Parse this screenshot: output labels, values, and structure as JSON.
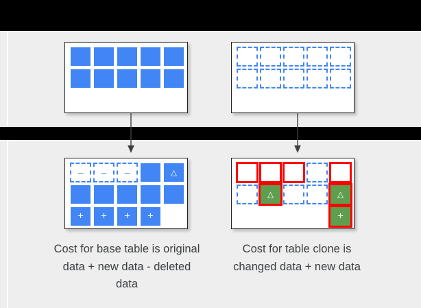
{
  "theme": {
    "background": "#eeeeee",
    "bar_color": "#000000",
    "card_background": "#ffffff",
    "blue": "#4285f4",
    "green": "#5f9e4f",
    "red_highlight": "#ff0000",
    "text_color": "#3c4043"
  },
  "diagram": {
    "type": "data-clone-cost-diagram",
    "tables": {
      "base_top": {
        "name": "base-table-original",
        "columns": 5,
        "rows": 2,
        "cells": [
          {
            "style": "solid",
            "glyph": ""
          },
          {
            "style": "solid",
            "glyph": ""
          },
          {
            "style": "solid",
            "glyph": ""
          },
          {
            "style": "solid",
            "glyph": ""
          },
          {
            "style": "solid",
            "glyph": ""
          },
          {
            "style": "solid",
            "glyph": ""
          },
          {
            "style": "solid",
            "glyph": ""
          },
          {
            "style": "solid",
            "glyph": ""
          },
          {
            "style": "solid",
            "glyph": ""
          },
          {
            "style": "solid",
            "glyph": ""
          }
        ]
      },
      "clone_top": {
        "name": "table-clone-original",
        "columns": 5,
        "rows": 2,
        "cells": [
          {
            "style": "dashed",
            "glyph": ""
          },
          {
            "style": "dashed",
            "glyph": ""
          },
          {
            "style": "dashed",
            "glyph": ""
          },
          {
            "style": "dashed",
            "glyph": ""
          },
          {
            "style": "dashed",
            "glyph": ""
          },
          {
            "style": "dashed",
            "glyph": ""
          },
          {
            "style": "dashed",
            "glyph": ""
          },
          {
            "style": "dashed",
            "glyph": ""
          },
          {
            "style": "dashed",
            "glyph": ""
          },
          {
            "style": "dashed",
            "glyph": ""
          }
        ]
      },
      "base_bottom": {
        "name": "base-table-after-changes",
        "columns": 5,
        "rows": 3,
        "cells": [
          {
            "style": "dashed",
            "glyph": "–",
            "glyph_name": "minus-deleted"
          },
          {
            "style": "dashed",
            "glyph": "–",
            "glyph_name": "minus-deleted"
          },
          {
            "style": "dashed",
            "glyph": "–",
            "glyph_name": "minus-deleted"
          },
          {
            "style": "solid",
            "glyph": ""
          },
          {
            "style": "solid",
            "glyph": "△",
            "glyph_name": "triangle-changed"
          },
          {
            "style": "solid",
            "glyph": ""
          },
          {
            "style": "solid",
            "glyph": ""
          },
          {
            "style": "solid",
            "glyph": ""
          },
          {
            "style": "solid",
            "glyph": ""
          },
          {
            "style": "solid",
            "glyph": ""
          },
          {
            "style": "solid",
            "glyph": "+",
            "glyph_name": "plus-new"
          },
          {
            "style": "solid",
            "glyph": "+",
            "glyph_name": "plus-new"
          },
          {
            "style": "solid",
            "glyph": "+",
            "glyph_name": "plus-new"
          },
          {
            "style": "solid",
            "glyph": "+",
            "glyph_name": "plus-new"
          },
          {
            "style": "blank",
            "glyph": ""
          }
        ]
      },
      "clone_bottom": {
        "name": "table-clone-after-changes",
        "columns": 5,
        "rows": 3,
        "cells": [
          {
            "style": "dashed",
            "glyph": "",
            "highlight": true
          },
          {
            "style": "dashed",
            "glyph": "",
            "highlight": true
          },
          {
            "style": "dashed",
            "glyph": "",
            "highlight": true
          },
          {
            "style": "dashed",
            "glyph": "",
            "highlight": false
          },
          {
            "style": "dashed",
            "glyph": "",
            "highlight": true
          },
          {
            "style": "dashed",
            "glyph": "",
            "highlight": false
          },
          {
            "style": "green",
            "glyph": "△",
            "glyph_name": "triangle-changed",
            "highlight": true
          },
          {
            "style": "dashed",
            "glyph": "",
            "highlight": false
          },
          {
            "style": "dashed",
            "glyph": "",
            "highlight": false
          },
          {
            "style": "green",
            "glyph": "△",
            "glyph_name": "triangle-changed",
            "highlight": true
          },
          {
            "style": "blank",
            "glyph": "",
            "highlight": false
          },
          {
            "style": "blank",
            "glyph": "",
            "highlight": false
          },
          {
            "style": "blank",
            "glyph": "",
            "highlight": false
          },
          {
            "style": "blank",
            "glyph": "",
            "highlight": false
          },
          {
            "style": "green",
            "glyph": "+",
            "glyph_name": "plus-new",
            "highlight": true
          }
        ]
      }
    },
    "arrows": [
      {
        "name": "arrow-base-table-down",
        "direction": "down"
      },
      {
        "name": "arrow-clone-table-down",
        "direction": "down"
      }
    ],
    "captions": {
      "base": "Cost for base table is original data + new data - deleted data",
      "clone": "Cost for table clone is changed data + new data"
    }
  }
}
